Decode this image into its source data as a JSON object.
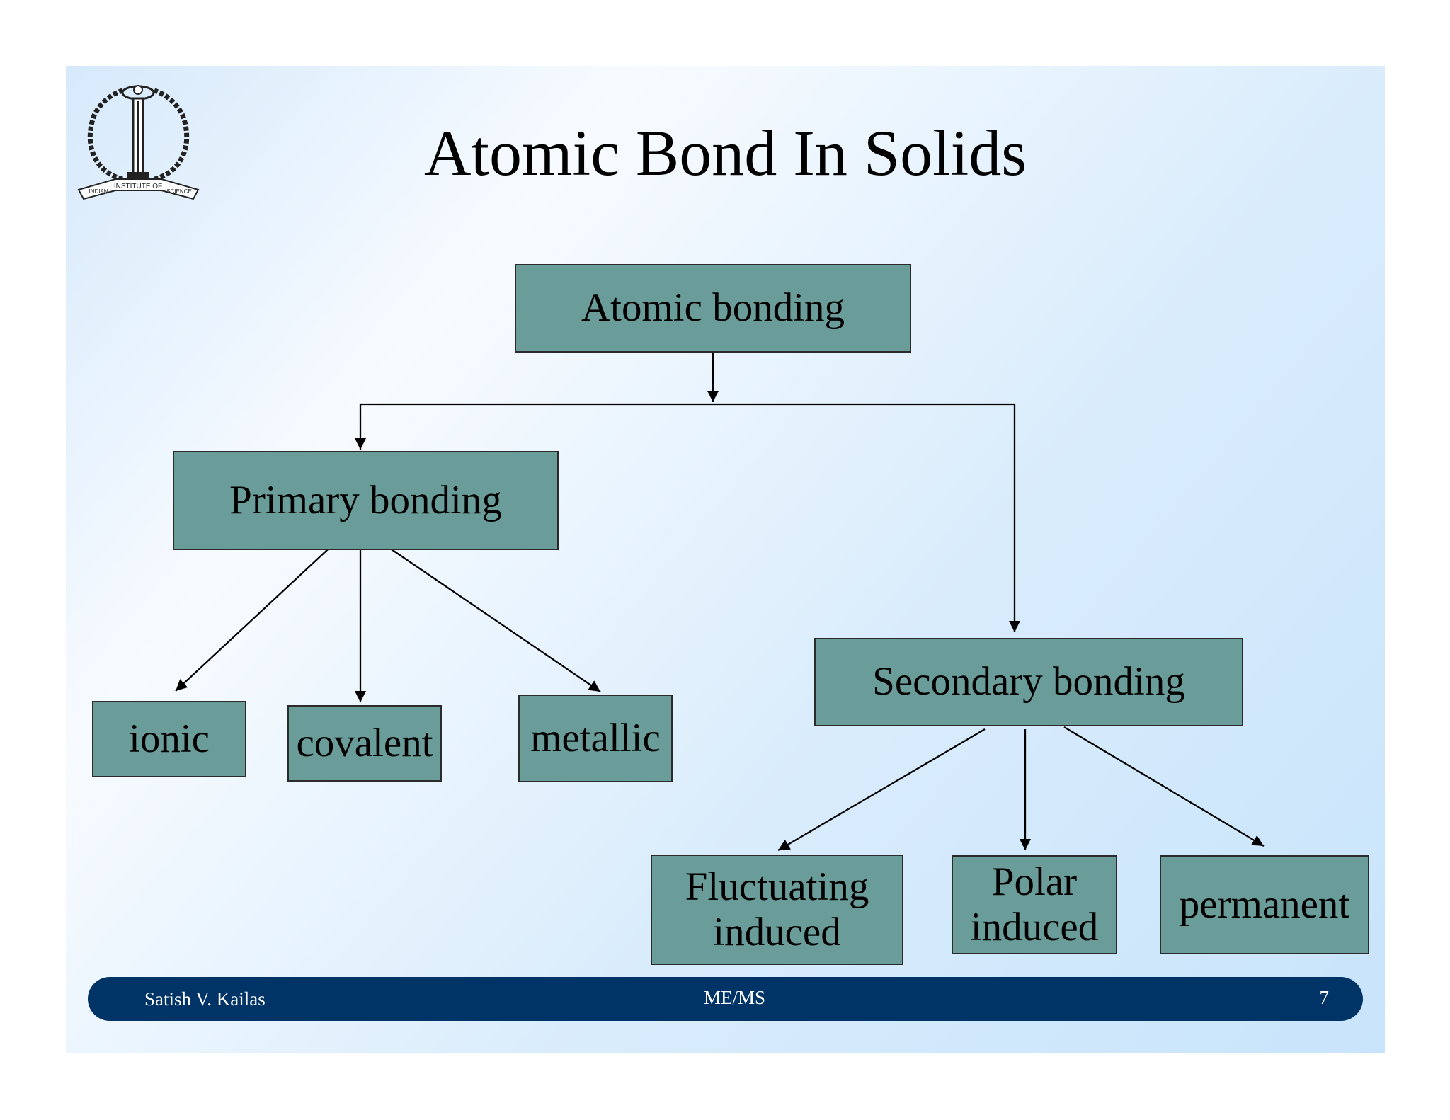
{
  "slide": {
    "title": "Atomic Bond In Solids",
    "logo": {
      "text": [
        "INDIAN",
        "INSTITUTE OF",
        "SCIENCE"
      ]
    }
  },
  "diagram": {
    "root": "Atomic bonding",
    "primary": "Primary bonding",
    "secondary": "Secondary bonding",
    "primary_children": [
      "ionic",
      "covalent",
      "metallic"
    ],
    "secondary_children": [
      [
        "Fluctuating",
        "induced"
      ],
      [
        "Polar",
        "induced"
      ],
      [
        "permanent"
      ]
    ]
  },
  "footer": {
    "author": "Satish V. Kailas",
    "course": "ME/MS",
    "page": "7"
  },
  "colors": {
    "box_fill": "#6a9c9a",
    "footer_bar": "#003366"
  }
}
